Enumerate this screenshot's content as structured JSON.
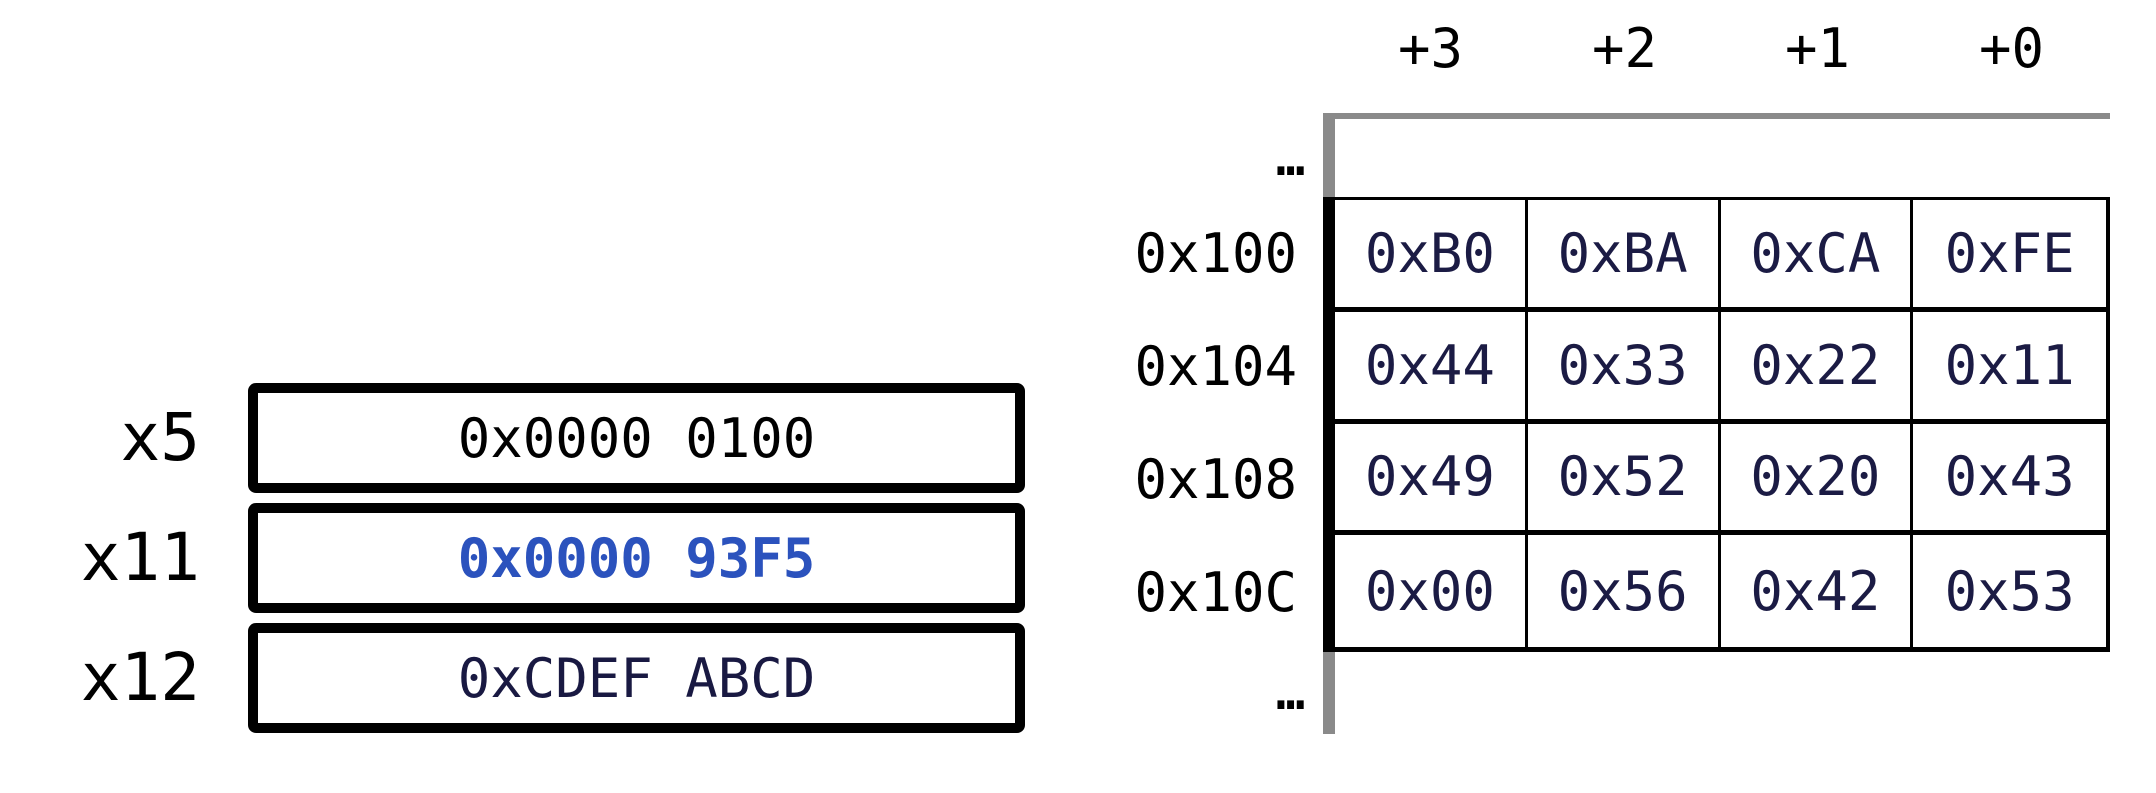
{
  "registers": [
    {
      "label": "x5",
      "value": "0x0000 0100",
      "value_color": "#000000"
    },
    {
      "label": "x11",
      "value": "0x0000 93F5",
      "value_color": "#2b52bd"
    },
    {
      "label": "x12",
      "value": "0xCDEF ABCD",
      "value_color": "#191942"
    }
  ],
  "memory": {
    "offset_headers": [
      "+3",
      "+2",
      "+1",
      "+0"
    ],
    "ellipsis_top": "…",
    "ellipsis_bottom": "…",
    "rows": [
      {
        "address": "0x100",
        "bytes": [
          "0xB0",
          "0xBA",
          "0xCA",
          "0xFE"
        ]
      },
      {
        "address": "0x104",
        "bytes": [
          "0x44",
          "0x33",
          "0x22",
          "0x11"
        ]
      },
      {
        "address": "0x108",
        "bytes": [
          "0x49",
          "0x52",
          "0x20",
          "0x43"
        ]
      },
      {
        "address": "0x10C",
        "bytes": [
          "0x00",
          "0x56",
          "0x42",
          "0x53"
        ]
      }
    ],
    "cell_text_color": "#1b1b44",
    "axis_gray_color": "#8a8a8a"
  }
}
